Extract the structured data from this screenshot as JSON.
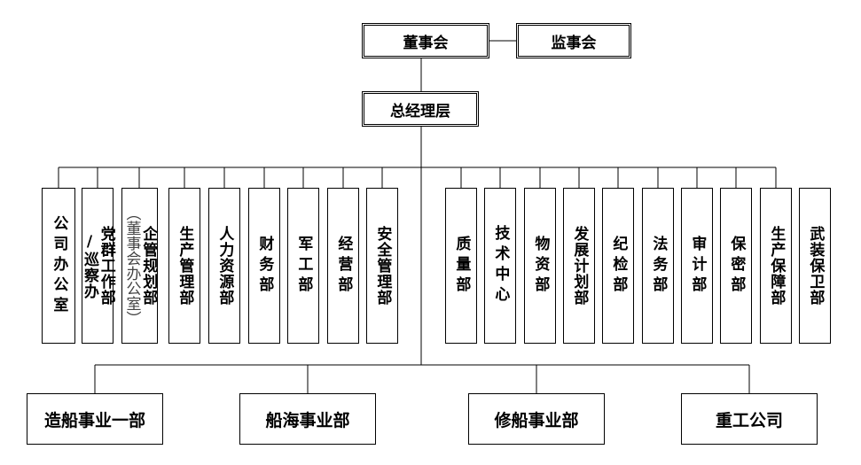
{
  "top": {
    "board": "董事会",
    "supervisors": "监事会",
    "management": "总经理层"
  },
  "left_departments": {
    "office": "公司办公室",
    "party_a": "党群工作部",
    "party_b": "/巡察办",
    "planning": "企管规划部",
    "board_office": "（董事会办公室）",
    "production": "生产管理部",
    "hr": "人力资源部",
    "finance": "财务部",
    "military": "军工部",
    "operations": "经营部",
    "safety": "安全管理部"
  },
  "right_departments": {
    "quality": "质量部",
    "tech": "技术中心",
    "materials": "物资部",
    "development": "发展计划部",
    "discipline": "纪检部",
    "legal": "法务部",
    "audit": "审计部",
    "security": "保密部",
    "support": "生产保障部",
    "armed": "武装保卫部"
  },
  "divisions": {
    "shipbuilding": "造船事业一部",
    "marine": "船海事业部",
    "repair": "修船事业部",
    "heavy": "重工公司"
  }
}
